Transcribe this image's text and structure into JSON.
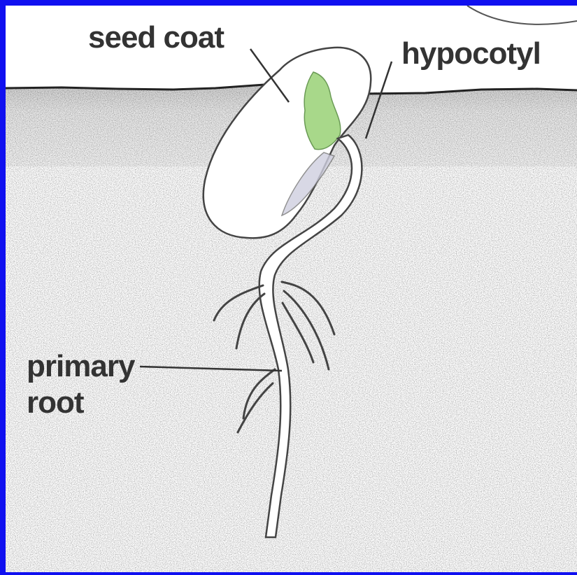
{
  "diagram": {
    "labels": {
      "seed_coat": "seed coat",
      "hypocotyl": "hypocotyl",
      "primary_root_line1": "primary",
      "primary_root_line2": "root"
    },
    "colors": {
      "frame": "#1010f0",
      "soil_stipple": "#8a8a8a",
      "cotyledon": "#a8d88a",
      "outline": "#444444"
    }
  }
}
